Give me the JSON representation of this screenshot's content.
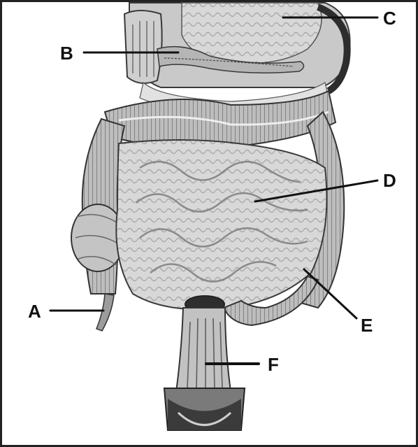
{
  "labels": {
    "a": "A",
    "b": "B",
    "c": "C",
    "d": "D",
    "e": "E",
    "f": "F"
  },
  "colors": {
    "border": "#222222",
    "organ_light": "#dcdcdc",
    "organ_mid": "#b9b9b9",
    "organ_dark": "#5a5a5a",
    "outline": "#3a3a3a"
  }
}
